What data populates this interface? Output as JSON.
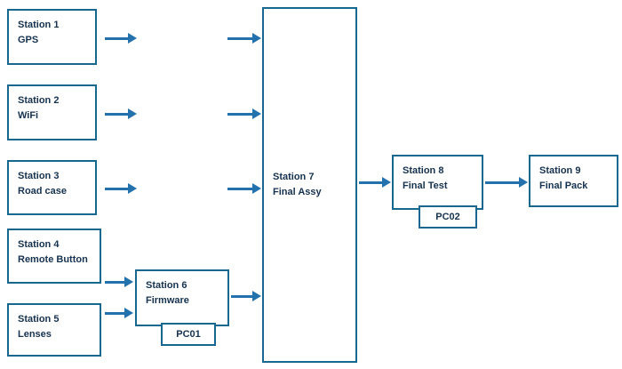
{
  "diagram": {
    "type": "process-flowchart",
    "colors": {
      "box_border": "#16688f",
      "arrow": "#2372ae",
      "text": "#16324f",
      "background": "#ffffff"
    },
    "nodes": [
      {
        "title": "Station 1",
        "subtitle": "GPS"
      },
      {
        "title": "Station 2",
        "subtitle": "WiFi"
      },
      {
        "title": "Station 3",
        "subtitle": "Road case"
      },
      {
        "title": "Station 4",
        "subtitle": "Remote Button"
      },
      {
        "title": "Station 5",
        "subtitle": "Lenses"
      },
      {
        "title": "Station 6",
        "subtitle": "Firmware",
        "attachment": "PC01"
      },
      {
        "title": "Station 7",
        "subtitle": "Final Assy"
      },
      {
        "title": "Station 8",
        "subtitle": "Final Test",
        "attachment": "PC02"
      },
      {
        "title": "Station 9",
        "subtitle": "Final Pack"
      }
    ],
    "edges": [
      "Station 1 -> Station 7",
      "Station 2 -> Station 7",
      "Station 3 -> Station 7",
      "Station 4 -> Station 6",
      "Station 5 -> Station 6",
      "Station 6 -> Station 7",
      "Station 7 -> Station 8",
      "Station 8 -> Station 9"
    ]
  }
}
